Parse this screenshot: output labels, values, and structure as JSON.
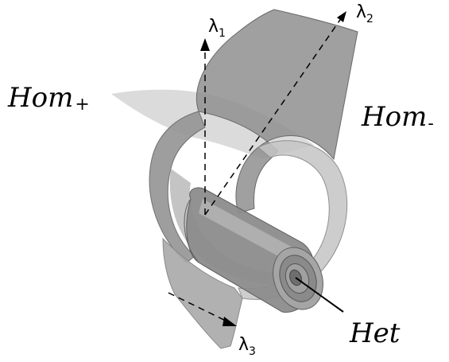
{
  "axes": {
    "lambda1": {
      "symbol": "λ",
      "subscript": "1"
    },
    "lambda2": {
      "symbol": "λ",
      "subscript": "2"
    },
    "lambda3": {
      "symbol": "λ",
      "subscript": "3"
    }
  },
  "regions": {
    "hom_plus": {
      "name": "Hom",
      "subscript": "+"
    },
    "hom_minus": {
      "name": "Hom",
      "subscript": "-"
    },
    "het": {
      "name": "Het"
    }
  },
  "colors": {
    "surface_dark": "#8a8a8a",
    "surface_mid": "#a8a8a8",
    "surface_light": "#c9c9c9",
    "edge": "#6e6e6e",
    "text": "#000000"
  }
}
